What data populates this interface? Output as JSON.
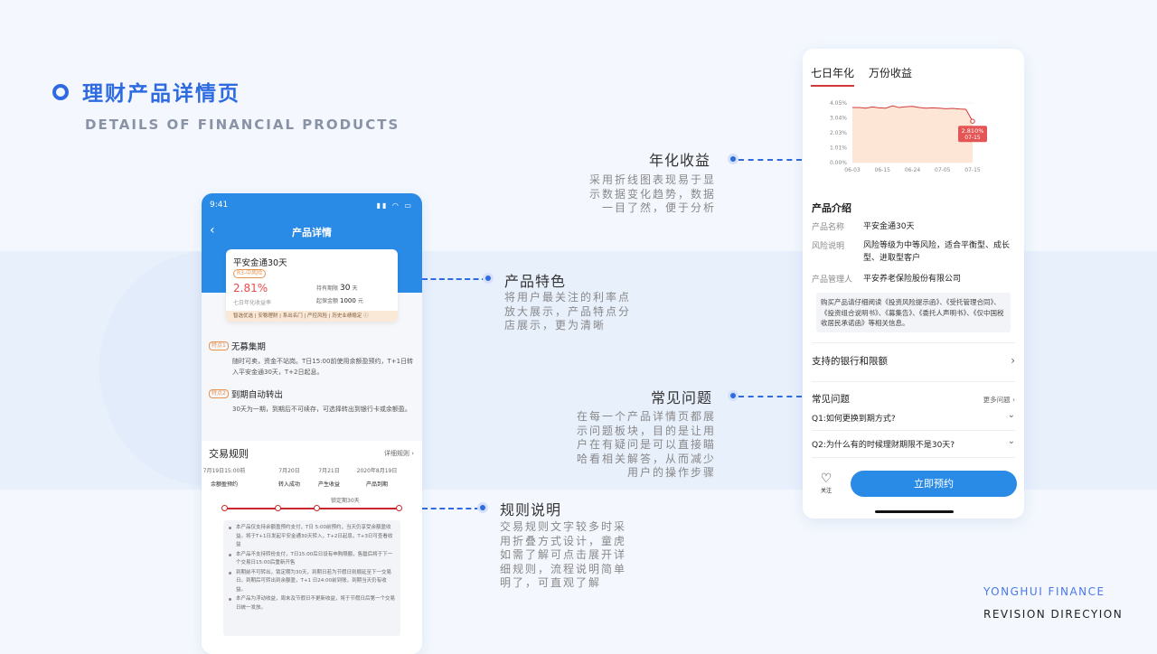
{
  "header": {
    "title": "理财产品详情页",
    "subtitle": "DETAILS OF FINANCIAL PRODUCTS"
  },
  "brand": {
    "line1": "YONGHUI FINANCE",
    "line2": "REVISION DIRECYION"
  },
  "phone1": {
    "status_time": "9:41",
    "status_icons": "▮▮ ◠ ▭",
    "back_icon": "‹",
    "nav_title": "产品详情",
    "card": {
      "name": "平安金通30天",
      "risk_tag": "R3-中风险",
      "rate": "2.81%",
      "rate_label": "七日年化收益率",
      "hold_label": "持有期限",
      "hold_value": "30",
      "hold_unit": "天",
      "min_label": "起保金额",
      "min_value": "1000",
      "min_unit": "元",
      "strip": "智选优选 | 安稳理财 | 系出名门 | 严控风险 | 历史业绩稳定  ⓘ"
    },
    "features": [
      {
        "tag": "特点1",
        "title": "无募集期",
        "desc": "随时可卖，资金不站岗。T日15:00前使用余额盈预约，T+1日转入平安金通30天，T+2日起息。"
      },
      {
        "tag": "特点2",
        "title": "到期自动转出",
        "desc": "30天为一期，到期后不可续存，可选择转出到银行卡或余额盈。"
      }
    ],
    "rules": {
      "title": "交易规则",
      "more": "详细规则 ›",
      "timeline": [
        {
          "date": "7月19日15:00前",
          "label": "余额盈预约"
        },
        {
          "date": "7月20日",
          "label": "转入成功"
        },
        {
          "date": "7月21日",
          "label": "产生收益"
        },
        {
          "date": "2020年8月19日",
          "label": "产品到期"
        }
      ],
      "lock": "锁定期30天",
      "items": [
        "本产品仅支持余额盈预约支付，T日 5:00前预约，当天仍享受余额盈收益。将于T+1日发起平安金通30天转入，T+2日起息，T+3日可查看收益",
        "本产品不支持转份支付，T日15:00后日设有申购限额，售罄后将于下一个交易日15:00后重新开售",
        "到期前不可转出，锁定期为30天，到期日若为节假日则顺延至下一交易日。到期后可转出到余额盈，T+1 日24:00前到账，到期当天仍有收益。",
        "本产品为浮动收益，周末及节假日不更新收益，将于节假日后第一个交易日统一发放。"
      ]
    }
  },
  "annotations": [
    {
      "title": "年化收益",
      "desc": "采用折线图表现易于显示数据变化趋势，数据一目了然，便于分析"
    },
    {
      "title": "产品特色",
      "desc": "将用户最关注的利率点放大展示，产品特点分店展示，更为清晰"
    },
    {
      "title": "常见问题",
      "desc": "在每一个产品详情页都展示问题板块，目的是让用户在有疑问是可以直接瞄哈看相关解答，从而减少用户的操作步骤"
    },
    {
      "title": "规则说明",
      "desc": "交易规则文字较多时采用折叠方式设计，童虎如需了解可点击展开详细规则，流程说明简单明了，可直观了解"
    }
  ],
  "phone2": {
    "tabs": [
      "七日年化",
      "万份收益"
    ],
    "intro_title": "产品介绍",
    "fields": [
      {
        "k": "产品名称",
        "v": "平安金通30天"
      },
      {
        "k": "风险说明",
        "v": "风险等级为中等风险，适合平衡型、成长型、进取型客户"
      },
      {
        "k": "产品管理人",
        "v": "平安养老保险股份有限公司"
      }
    ],
    "notice": "购买产品请仔细阅读《投资风险提示函》、《受托管理合同》、《投资组合说明书》、《募集告》、《委托人声明书》、《仅中国税收居民承诺函》等相关信息。",
    "bank_row": "支持的银行和限额",
    "faq_title": "常见问题",
    "faq_more": "更多问题 ›",
    "faqs": [
      "Q1:如何更换到期方式?",
      "Q2:为什么有的时候理财期限不是30天?"
    ],
    "fav_label": "关注",
    "cta": "立即预约"
  },
  "chart_data": {
    "type": "area",
    "x": [
      "06-03",
      "06-15",
      "06-24",
      "07-05",
      "07-15"
    ],
    "ylim": [
      0,
      4.05
    ],
    "yticks": [
      "4.05%",
      "3.04%",
      "2.03%",
      "1.01%",
      "0.00%"
    ],
    "series": [
      {
        "values": [
          3.74,
          3.74,
          3.7,
          3.78,
          3.72,
          3.7,
          3.86,
          3.74,
          3.8,
          3.82,
          3.74,
          3.7,
          3.72,
          3.7,
          3.66,
          3.68,
          3.64,
          3.62,
          2.81
        ]
      }
    ],
    "callout": {
      "value": "2.810%",
      "date": "07-15"
    },
    "line_color": "#d23a3a",
    "fill_color": "#fde6d5"
  }
}
